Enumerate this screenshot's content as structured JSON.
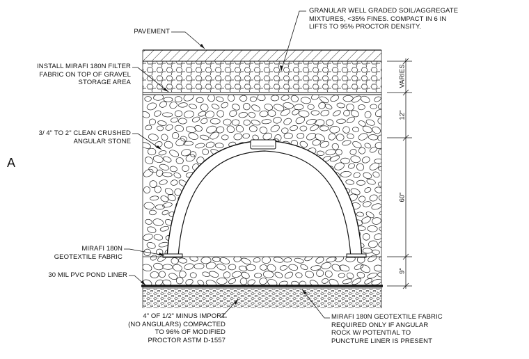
{
  "sheet_letter": "A",
  "labels": {
    "pavement": "PAVEMENT",
    "soil": "GRANULAR WELL GRADED SOIL/AGGREGATE\nMIXTURES, <35% FINES.  COMPACT IN 6 IN\nLIFTS TO 95% PROCTOR DENSITY.",
    "filter_fabric": "INSTALL MIRAFI 180N FILTER\nFABRIC ON TOP OF GRAVEL\nSTORAGE AREA",
    "stone": "3/ 4\" TO 2\" CLEAN CRUSHED\nANGULAR STONE",
    "geotextile": "MIRAFI 180N\nGEOTEXTILE FABRIC",
    "liner": "30 MIL PVC POND LINER",
    "import": "4\" OF 1/2\" MINUS IMPORT\n(NO ANGULARS) COMPACTED\nTO 96% OF MODIFIED\nPROCTOR ASTM D-1557",
    "optional_fabric": "MIRAFI 180N GEOTEXTILE FABRIC\nREQUIRED ONLY IF ANGULAR\nROCK W/ POTENTIAL TO\nPUNCTURE LINER IS PRESENT"
  },
  "dimensions": {
    "cover": "VARIES",
    "stone_above": "12\"",
    "chamber_height": "60\"",
    "stone_below": "9\""
  },
  "colors": {
    "line": "#111111",
    "fill": "#ffffff"
  }
}
